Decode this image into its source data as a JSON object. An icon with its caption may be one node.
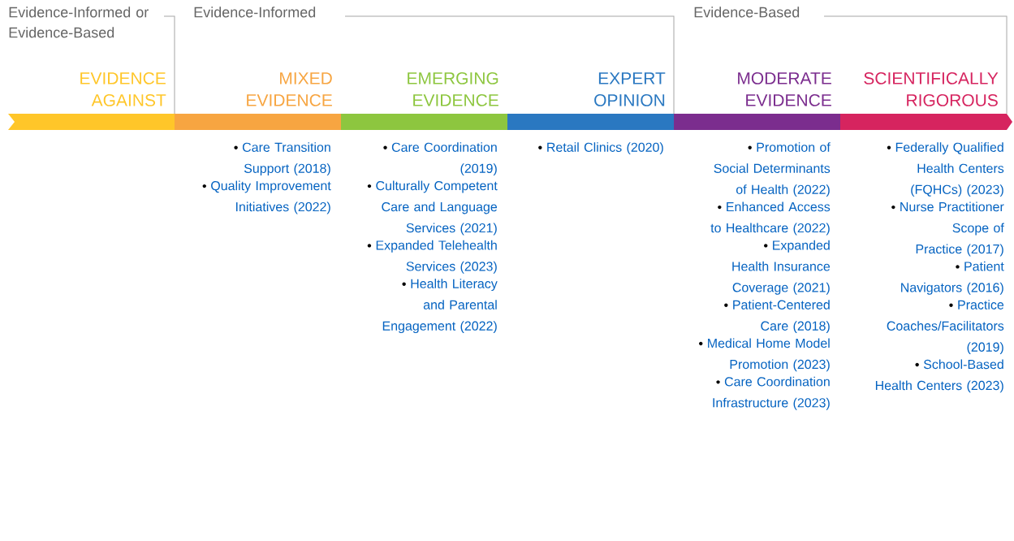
{
  "diagram": {
    "nodes": [
      {
        "text": [
          "EVIDENCE AGAINST"
        ]
      },
      {
        "text": [
          "MIXED EVIDENCE"
        ],
        "beside": [
          "Care Transition Support (2018)",
          "Quality Improvement Initiatives (2022)"
        ]
      },
      {
        "text": [
          "EMERGING EVIDENCE"
        ],
        "beside": [
          "Care Coordination (2019)",
          "Culturally Competent Care and Language Services (2021)",
          "Expanded Telehealth Services (2023)",
          "Health Literacy and Parental Engagement (2022)"
        ]
      },
      {
        "text": [
          "EXPERT OPINION"
        ],
        "beside": [
          "Retail Clinics (2020)"
        ]
      },
      {
        "text": [
          "MODERATE EVIDENCE"
        ],
        "beside": [
          "Promotion of Social Determinants of Health (2022)",
          "Enhanced Access to Healthcare (2022)",
          "Expanded Health Insurance Coverage (2021)",
          "Patient-Centered Care (2018)",
          "Medical Home Model Promotion (2023)",
          "Care Coordination Infrastructure (2023)"
        ]
      },
      {
        "text": [
          "SCIENTIFICALLY RIGOROUS"
        ],
        "beside": [
          "Federally Qualified Health Centers (FQHCs) (2023)",
          "Nurse Practitioner Scope of Practice (2017)",
          "Patient Navigators (2016)",
          "Practice Coaches/Facilitators (2019)",
          "School-Based Health Centers (2023)"
        ]
      }
    ],
    "labels": [
      "Evidence-Informed or Evidence-Based",
      "Evidence-Informed",
      "Evidence-Based"
    ]
  }
}
